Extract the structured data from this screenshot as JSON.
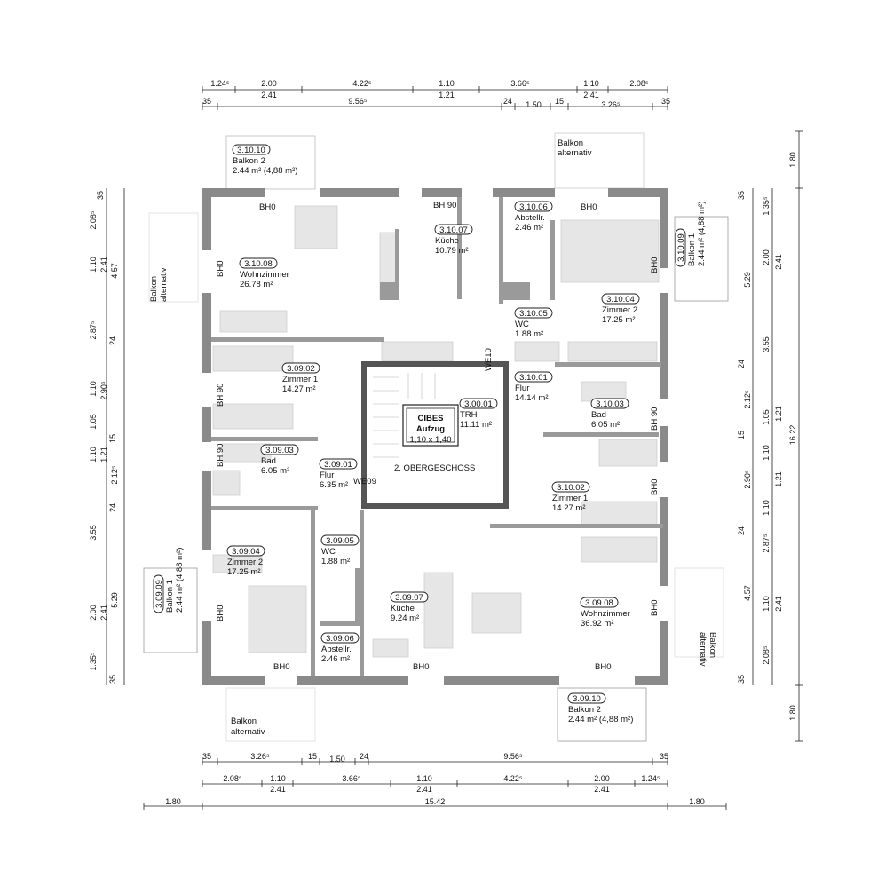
{
  "floor_label": "2. OBERGESCHOSS",
  "elevator": {
    "brand": "CIBES",
    "type": "Aufzug",
    "size": "1,10 x 1,40"
  },
  "rooms": [
    {
      "id": "3.10.10",
      "name": "Balkon 2",
      "area": "2.44 m² (4,88 m²)"
    },
    {
      "id": "3.10.07",
      "name": "Küche",
      "area": "10.79 m²"
    },
    {
      "id": "3.10.06",
      "name": "Abstellr.",
      "area": "2.46 m²"
    },
    {
      "id": "3.10.08",
      "name": "Wohnzimmer",
      "area": "26.78 m²"
    },
    {
      "id": "3.10.09",
      "name": "Balkon 1",
      "area": "2.44 m² (4,88 m²)"
    },
    {
      "id": "3.10.05",
      "name": "WC",
      "area": "1.88 m²"
    },
    {
      "id": "3.10.04",
      "name": "Zimmer 2",
      "area": "17.25 m²"
    },
    {
      "id": "3.09.02",
      "name": "Zimmer 1",
      "area": "14.27 m²"
    },
    {
      "id": "3.10.01",
      "name": "Flur",
      "area": "14.14 m²"
    },
    {
      "id": "3.00.01",
      "name": "TRH",
      "area": "11.11 m²"
    },
    {
      "id": "3.10.03",
      "name": "Bad",
      "area": "6.05 m²"
    },
    {
      "id": "3.09.03",
      "name": "Bad",
      "area": "6.05 m²"
    },
    {
      "id": "3.09.01",
      "name": "Flur",
      "area": "6.35 m²"
    },
    {
      "id": "3.10.02",
      "name": "Zimmer 1",
      "area": "14.27 m²"
    },
    {
      "id": "3.09.05",
      "name": "WC",
      "area": "1.88 m²"
    },
    {
      "id": "3.09.04",
      "name": "Zimmer 2",
      "area": "17.25 m²"
    },
    {
      "id": "3.09.07",
      "name": "Küche",
      "area": "9.24 m²"
    },
    {
      "id": "3.09.08",
      "name": "Wohnzimmer",
      "area": "36.92 m²"
    },
    {
      "id": "3.09.09",
      "name": "Balkon 1",
      "area": "2.44 m² (4,88 m²)"
    },
    {
      "id": "3.09.06",
      "name": "Abstellr.",
      "area": "2.46 m²"
    },
    {
      "id": "3.09.10",
      "name": "Balkon 2",
      "area": "2.44 m² (4,88 m²)"
    }
  ],
  "balkon_alternativ": [
    "Balkon",
    "alternativ"
  ],
  "bh_labels": [
    "BH0",
    "BH 90",
    "BH0",
    "BH0",
    "BH0",
    "BH 90",
    "BH 90",
    "BH 90",
    "BH0",
    "BH0",
    "BH0",
    "BH0",
    "BH0",
    "BH0"
  ],
  "entrances": [
    "WE10",
    "WE09"
  ],
  "dims_top": {
    "row1": [
      "1.24⁵",
      "2.00",
      "4.22⁵",
      "1.10",
      "3.66⁵",
      "1.10",
      "2.08⁵"
    ],
    "row1b": [
      "2.41",
      "1.21",
      "2.41"
    ],
    "row2": [
      "35",
      "9.56⁵",
      "24",
      "1.50",
      "15",
      "3.26⁵",
      "35"
    ]
  },
  "dims_bottom": {
    "row1": [
      "35",
      "3.26⁵",
      "15",
      "1.50",
      "24",
      "9.56⁵",
      "35"
    ],
    "row2": [
      "2.08⁵",
      "1.10",
      "3.66⁵",
      "1.10",
      "4.22⁵",
      "2.00",
      "1.24⁵"
    ],
    "row2b": [
      "2.41",
      "2.41",
      "2.41"
    ],
    "row3": [
      "1.80",
      "15.42",
      "1.80"
    ]
  },
  "dims_left": {
    "outer": [
      "35",
      "2.08⁵",
      "1.10",
      "2.87⁵",
      "24",
      "1.10",
      "1.05",
      "1.10",
      "24",
      "3.55",
      "2.00",
      "1.35⁵",
      "35"
    ],
    "inner": [
      "4.57",
      "2.41",
      "2.90⁵",
      "15",
      "1.21",
      "2.12⁵",
      "5.29",
      "2.41"
    ]
  },
  "dims_right": {
    "inner": [
      "35",
      "1.35⁵",
      "2.00",
      "2.41",
      "5.29",
      "3.55",
      "24",
      "2.12⁵",
      "1.21",
      "15",
      "1.05",
      "1.10",
      "2.90⁵",
      "1.21",
      "1.10",
      "24",
      "2.87⁵",
      "1.10",
      "2.41",
      "4.57",
      "2.08⁵",
      "35"
    ],
    "outer": [
      "1.80",
      "16.22",
      "1.80"
    ]
  }
}
